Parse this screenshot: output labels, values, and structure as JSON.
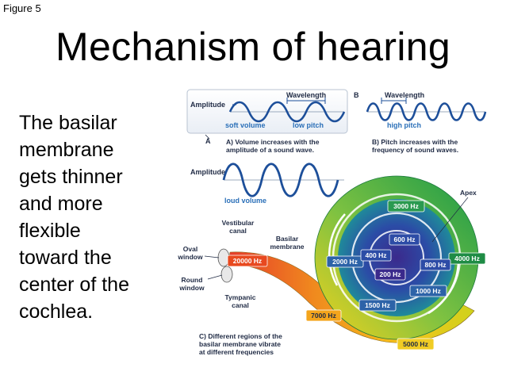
{
  "figure_label": "Figure 5",
  "title": "Mechanism of hearing",
  "body_lines": [
    "The basilar",
    "membrane",
    "gets thinner",
    "and more",
    "flexible",
    "toward the",
    "center of the",
    "cochlea."
  ],
  "panel_a": {
    "letter": "A",
    "amplitude_top": "Amplitude",
    "wavelength": "Wavelength",
    "soft_volume": "soft volume",
    "low_pitch": "low pitch",
    "caption_line1": "A) Volume increases with the",
    "caption_line2": "amplitude of a sound wave.",
    "amplitude_bottom": "Amplitude",
    "loud_volume": "loud volume"
  },
  "panel_b": {
    "letter": "B",
    "wavelength": "Wavelength",
    "high_pitch": "high pitch",
    "caption_line1": "B) Pitch increases with the",
    "caption_line2": "frequency of sound waves."
  },
  "cochlea": {
    "apex": "Apex",
    "vestibular_canal": [
      "Vestibular",
      "canal"
    ],
    "basilar_membrane": [
      "Basilar",
      "membrane"
    ],
    "oval_window": [
      "Oval",
      "window"
    ],
    "round_window": [
      "Round",
      "window"
    ],
    "tympanic_canal": [
      "Tympanic",
      "canal"
    ],
    "frequencies": [
      "20000 Hz",
      "7000 Hz",
      "5000 Hz",
      "4000 Hz",
      "3000 Hz",
      "2000 Hz",
      "1500 Hz",
      "1000 Hz",
      "800 Hz",
      "600 Hz",
      "400 Hz",
      "200 Hz"
    ],
    "caption": [
      "C) Different regions of the",
      "basilar membrane vibrate",
      "at different frequencies"
    ]
  },
  "colors": {
    "label_blue": "#1f4f9c",
    "wave_blue": "#1d4f9a",
    "freq_badge": "#2d63a8",
    "ring_outer": "#1fa24a",
    "ring_inner": "#2c2d8c"
  }
}
